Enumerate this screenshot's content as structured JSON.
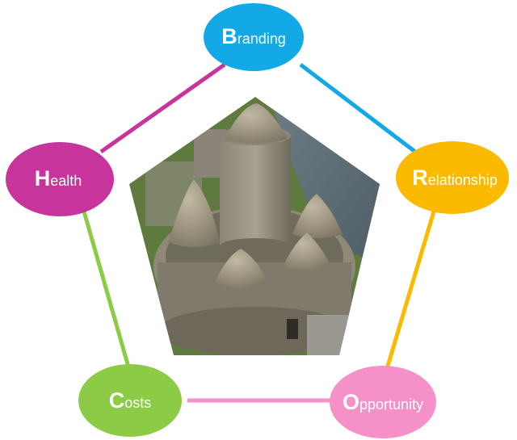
{
  "nodes": [
    {
      "id": "branding",
      "cap": "B",
      "rest": "randing",
      "color": "#12a9e6"
    },
    {
      "id": "relationship",
      "cap": "R",
      "rest": "elationship",
      "color": "#fbba00"
    },
    {
      "id": "opportunity",
      "cap": "O",
      "rest": "pportunity",
      "color": "#f590c8"
    },
    {
      "id": "costs",
      "cap": "C",
      "rest": "osts",
      "color": "#8ccb45"
    },
    {
      "id": "health",
      "cap": "H",
      "rest": "ealth",
      "color": "#c7359c"
    }
  ],
  "center_image": "stone-broch-fort-photo"
}
